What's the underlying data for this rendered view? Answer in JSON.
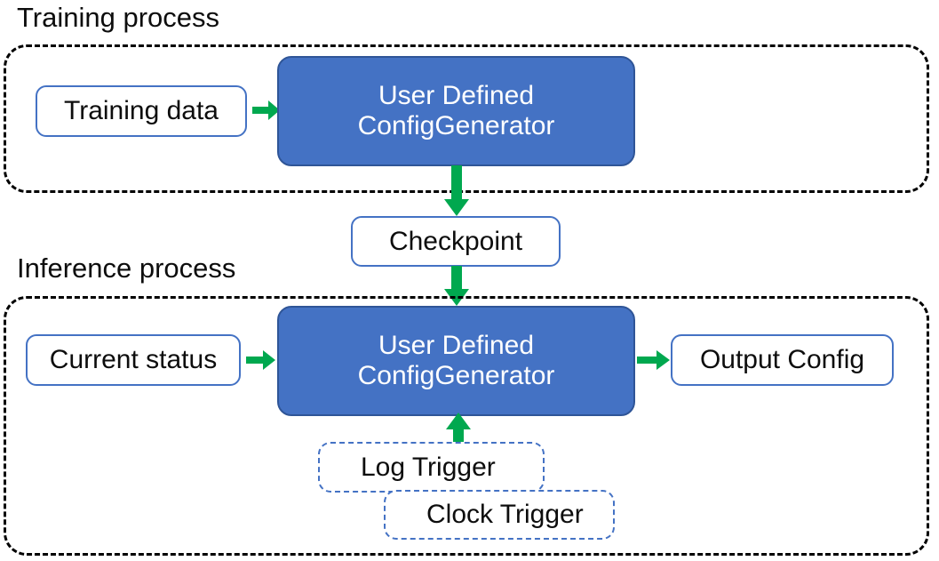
{
  "diagram": {
    "title_training": "Training process",
    "title_inference": "Inference process",
    "colors": {
      "accent_blue": "#4472C4",
      "accent_blue_border": "#2F5597",
      "arrow_green": "#00A84F",
      "group_border": "#000000",
      "text_dark": "#0D0D0D",
      "text_light": "#FFFFFF",
      "background": "#FFFFFF"
    },
    "training": {
      "input_node": "Training data",
      "process_node_line1": "User Defined",
      "process_node_line2": "ConfigGenerator"
    },
    "bridge": {
      "checkpoint_node": "Checkpoint"
    },
    "inference": {
      "input_node": "Current status",
      "process_node_line1": "User Defined",
      "process_node_line2": "ConfigGenerator",
      "output_node": "Output Config",
      "trigger_log": "Log Trigger",
      "trigger_clock": "Clock Trigger"
    },
    "arrows": [
      {
        "name": "training-data-to-generator",
        "direction": "right"
      },
      {
        "name": "training-generator-to-checkpoint",
        "direction": "down"
      },
      {
        "name": "checkpoint-to-inference-generator",
        "direction": "down"
      },
      {
        "name": "current-status-to-generator",
        "direction": "right"
      },
      {
        "name": "generator-to-output-config",
        "direction": "right"
      },
      {
        "name": "triggers-to-generator",
        "direction": "up"
      }
    ]
  }
}
